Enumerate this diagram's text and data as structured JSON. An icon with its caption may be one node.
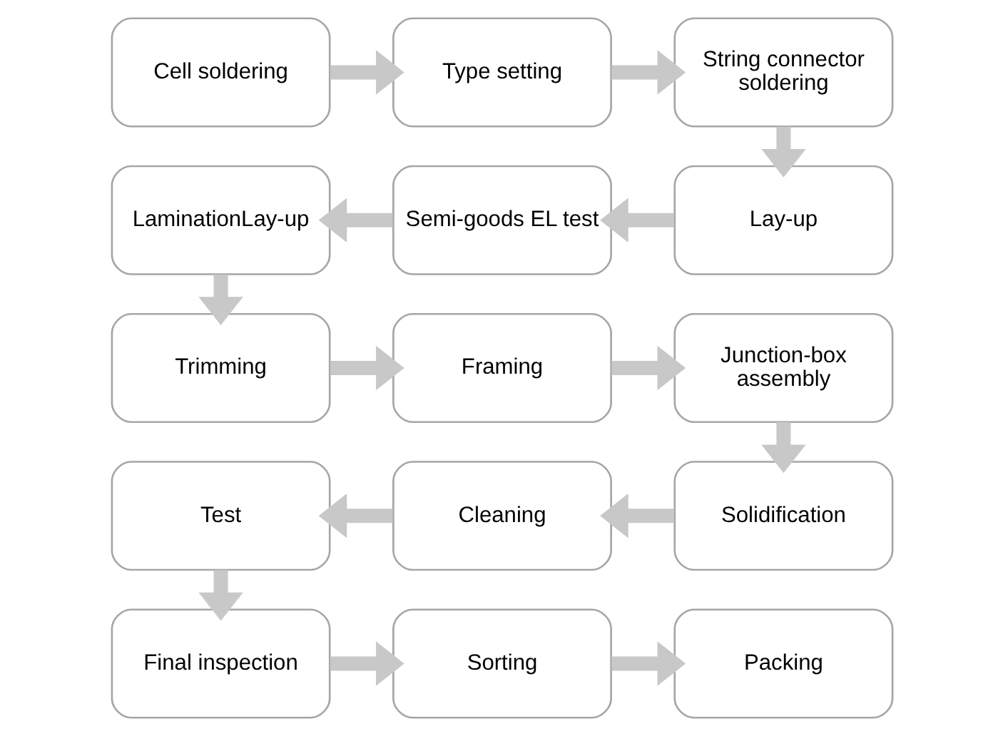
{
  "diagram": {
    "nodes": [
      {
        "text": [
          "Cell soldering"
        ]
      },
      {
        "text": [
          "Type setting"
        ]
      },
      {
        "text": [
          "String connector soldering"
        ]
      },
      {
        "text": [
          "LaminationLay-up"
        ]
      },
      {
        "text": [
          "Semi-goods EL test"
        ]
      },
      {
        "text": [
          "Lay-up"
        ]
      },
      {
        "text": [
          "Trimming"
        ]
      },
      {
        "text": [
          "Framing"
        ]
      },
      {
        "text": [
          "Junction-box assembly"
        ]
      },
      {
        "text": [
          "Test"
        ]
      },
      {
        "text": [
          "Cleaning"
        ]
      },
      {
        "text": [
          "Solidification"
        ]
      },
      {
        "text": [
          "Final inspection"
        ]
      },
      {
        "text": [
          "Sorting"
        ]
      },
      {
        "text": [
          "Packing"
        ]
      }
    ],
    "edges": [
      {
        "from": 0,
        "to": 1,
        "arrow": "to"
      },
      {
        "from": 1,
        "to": 2,
        "arrow": "to"
      },
      {
        "from": 2,
        "to": 5,
        "arrow": "to"
      },
      {
        "from": 5,
        "to": 4,
        "arrow": "to"
      },
      {
        "from": 4,
        "to": 3,
        "arrow": "to"
      },
      {
        "from": 3,
        "to": 6,
        "arrow": "to"
      },
      {
        "from": 6,
        "to": 7,
        "arrow": "to"
      },
      {
        "from": 7,
        "to": 8,
        "arrow": "to"
      },
      {
        "from": 8,
        "to": 11,
        "arrow": "to"
      },
      {
        "from": 11,
        "to": 10,
        "arrow": "to"
      },
      {
        "from": 10,
        "to": 9,
        "arrow": "to"
      },
      {
        "from": 9,
        "to": 12,
        "arrow": "to"
      },
      {
        "from": 12,
        "to": 13,
        "arrow": "to"
      },
      {
        "from": 13,
        "to": 14,
        "arrow": "to"
      }
    ]
  }
}
